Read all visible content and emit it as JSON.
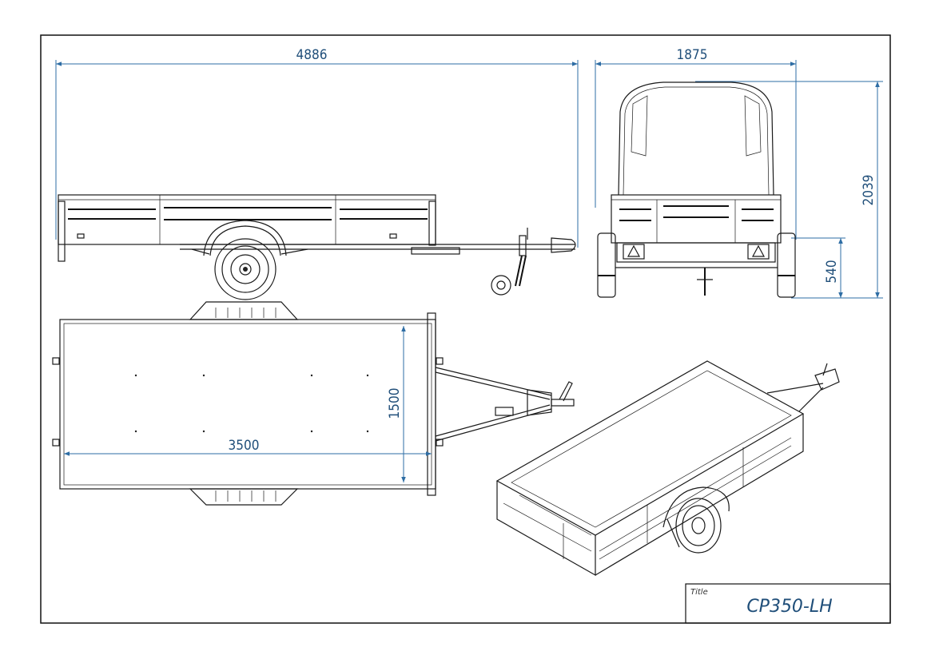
{
  "dimensions": {
    "length": "4886",
    "width": "1875",
    "height": "2039",
    "deck_height": "540",
    "box_length": "3500",
    "box_width": "1500"
  },
  "title_block": {
    "label": "Title",
    "value": "CP350-LH"
  },
  "colors": {
    "dimension": "#2e6da4",
    "dimension_text": "#1f4e79",
    "ink": "#1a1a1a"
  }
}
